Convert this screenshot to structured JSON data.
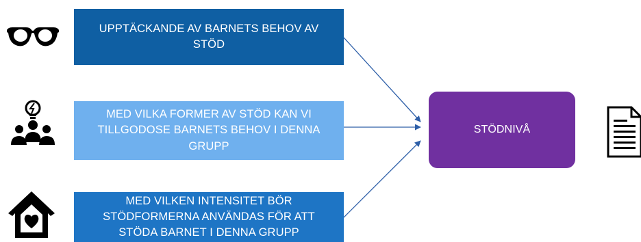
{
  "boxes": {
    "detection": "UPPTÄCKANDE AV BARNETS BEHOV AV STÖD",
    "forms": "MED VILKA FORMER AV STÖD KAN VI TILLGODOSE BARNETS BEHOV I DENNA GRUPP",
    "intensity": "MED VILKEN INTENSITET BÖR STÖDFORMERNA ANVÄNDAS FÖR ATT STÖDA BARNET I DENNA GRUPP",
    "result": "STÖDNIVÅ"
  },
  "colors": {
    "box_1": "#0f5fa3",
    "box_2": "#6fb0ee",
    "box_3": "#1e75c5",
    "result": "#7030a0",
    "arrow": "#2e5fa8",
    "icon": "#000000"
  },
  "icons": [
    "glasses-icon",
    "group-idea-icon",
    "home-heart-icon",
    "document-icon"
  ]
}
